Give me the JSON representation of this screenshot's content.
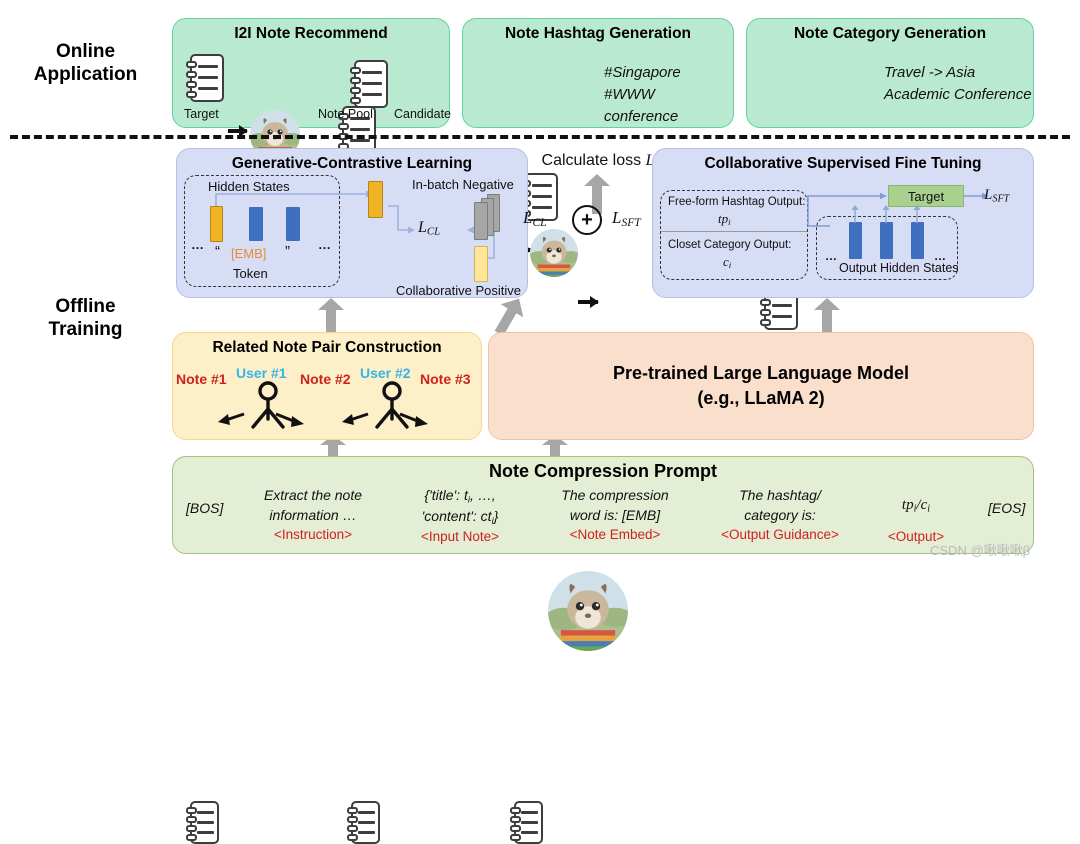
{
  "sections": {
    "online": "Online\nApplication",
    "online_line1": "Online",
    "online_line2": "Application",
    "offline_line1": "Offline",
    "offline_line2": "Training"
  },
  "online_panels": [
    {
      "title": "I2I Note Recommend",
      "captions": [
        "Target",
        "Note Pool",
        "Candidate"
      ]
    },
    {
      "title": "Note Hashtag Generation",
      "output_lines": [
        "#Singapore",
        "#WWW conference"
      ]
    },
    {
      "title": "Note Category Generation",
      "output_lines": [
        "Travel -> Asia",
        "Academic Conference"
      ]
    }
  ],
  "gcl": {
    "title": "Generative-Contrastive Learning",
    "hidden_states": "Hidden States",
    "token": "Token",
    "emb": "[EMB]",
    "quote_open": "“",
    "quote_close": "”",
    "ellipsis": "…",
    "in_batch_negative": "In-batch Negative",
    "collaborative_positive": "Collaborative Positive",
    "loss": "L",
    "loss_sub": "CL",
    "bar_colors": {
      "emb": "#f0b323",
      "hidden": "#3f6fbf",
      "negative": "#a6a6a6",
      "positive": "#ffe699"
    }
  },
  "center": {
    "calculate_loss": "Calculate loss",
    "calculate_loss_var": "L",
    "lcl": "L",
    "lcl_sub": "CL",
    "lsft": "L",
    "lsft_sub": "SFT",
    "plus": "+"
  },
  "csft": {
    "title": "Collaborative Supervised Fine Tuning",
    "free_form_label": "Free-form Hashtag Output:",
    "free_form_value": "tp",
    "free_form_value_sub": "i",
    "closet_label": "Closet Category Output:",
    "closet_value": "c",
    "closet_value_sub": "i",
    "target": "Target",
    "output_hidden_states": "Output Hidden States",
    "ellipsis": "…",
    "lsft": "L",
    "lsft_sub": "SFT",
    "target_color": "#a9d18e",
    "bar_color": "#3f6fbf"
  },
  "pair": {
    "title": "Related Note Pair Construction",
    "notes": [
      "Note #1",
      "Note #2",
      "Note #3"
    ],
    "users": [
      "User #1",
      "User #2"
    ],
    "note_color": "#d0211c",
    "user_color": "#33b7e8"
  },
  "llm": {
    "line1": "Pre-trained Large Language Model",
    "line2": "(e.g., LLaMA 2)"
  },
  "prompt": {
    "title": "Note Compression Prompt",
    "bos": "[BOS]",
    "eos": "[EOS]",
    "cells": [
      {
        "text_lines": [
          "Extract the note",
          "information …"
        ],
        "tag": "<Instruction>"
      },
      {
        "text_lines": [
          "{'title': t",
          "'content': ct",
          "}"
        ],
        "tag": "<Input Note>"
      },
      {
        "text_lines": [
          "The compression",
          "word is: [EMB]"
        ],
        "tag": "<Note Embed>"
      },
      {
        "text_lines": [
          "The hashtag/",
          "category is:"
        ],
        "tag": "<Output Guidance>"
      },
      {
        "text_lines": [
          "tp",
          "/c"
        ],
        "tag": "<Output>"
      }
    ],
    "input_note_line1_a": "{'title': t",
    "input_note_line1_sub": "i",
    "input_note_line1_b": ", …,",
    "input_note_line2_a": "'content': ct",
    "input_note_line2_sub": "i",
    "input_note_line2_b": "}",
    "output_a": "tp",
    "output_sub1": "i",
    "output_mid": "/c",
    "output_sub2": "i",
    "tag_color": "#d0211c"
  },
  "watermark": "CSDN @啾啾啾β"
}
